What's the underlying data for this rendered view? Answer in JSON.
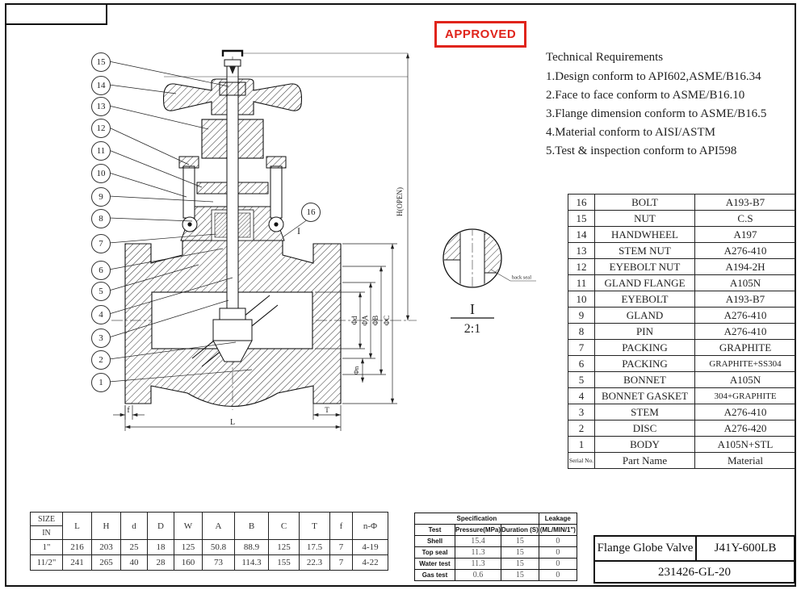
{
  "stamp": {
    "label": "APPROVED",
    "color": "#e0241b"
  },
  "technical_requirements": {
    "title": "Technical Requirements",
    "items": [
      "1.Design conform to API602,ASME/B16.34",
      "2.Face to face conform to ASME/B16.10",
      "3.Flange dimension conform to ASME/B16.5",
      "4.Material conform to AISI/ASTM",
      "5.Test & inspection conform to API598"
    ]
  },
  "parts_table": {
    "header": {
      "serial": "Serial No.",
      "part": "Part Name",
      "material": "Material"
    },
    "rows": [
      {
        "serial": "16",
        "part": "BOLT",
        "material": "A193-B7"
      },
      {
        "serial": "15",
        "part": "NUT",
        "material": "C.S"
      },
      {
        "serial": "14",
        "part": "HANDWHEEL",
        "material": "A197"
      },
      {
        "serial": "13",
        "part": "STEM NUT",
        "material": "A276-410"
      },
      {
        "serial": "12",
        "part": "EYEBOLT NUT",
        "material": "A194-2H"
      },
      {
        "serial": "11",
        "part": "GLAND FLANGE",
        "material": "A105N"
      },
      {
        "serial": "10",
        "part": "EYEBOLT",
        "material": "A193-B7"
      },
      {
        "serial": "9",
        "part": "GLAND",
        "material": "A276-410"
      },
      {
        "serial": "8",
        "part": "PIN",
        "material": "A276-410"
      },
      {
        "serial": "7",
        "part": "PACKING",
        "material": "GRAPHITE"
      },
      {
        "serial": "6",
        "part": "PACKING",
        "material": "GRAPHITE+SS304"
      },
      {
        "serial": "5",
        "part": "BONNET",
        "material": "A105N"
      },
      {
        "serial": "4",
        "part": "BONNET GASKET",
        "material": "304+GRAPHITE"
      },
      {
        "serial": "3",
        "part": "STEM",
        "material": "A276-410"
      },
      {
        "serial": "2",
        "part": "DISC",
        "material": "A276-420"
      },
      {
        "serial": "1",
        "part": "BODY",
        "material": "A105N+STL"
      }
    ]
  },
  "drawing": {
    "balloons": [
      "1",
      "2",
      "3",
      "4",
      "5",
      "6",
      "7",
      "8",
      "9",
      "10",
      "11",
      "12",
      "13",
      "14",
      "15",
      "16"
    ],
    "section_label": "I",
    "dims": {
      "h_open": "H(OPEN)",
      "phi_d": "Φd",
      "phi_a": "ΦA",
      "phi_b": "ΦB",
      "phi_c": "ΦC",
      "phi_n": "Φn",
      "f": "f",
      "l": "L",
      "t": "T"
    }
  },
  "detail_view": {
    "label": "I",
    "scale": "2:1",
    "note": "back seal"
  },
  "size_table": {
    "header_top": "SIZE",
    "header_bottom": "IN",
    "columns": [
      "L",
      "H",
      "d",
      "D",
      "W",
      "A",
      "B",
      "C",
      "T",
      "f",
      "n-Φ"
    ],
    "rows": [
      {
        "size": "1\"",
        "values": [
          "216",
          "203",
          "25",
          "18",
          "125",
          "50.8",
          "88.9",
          "125",
          "17.5",
          "7",
          "4-19"
        ]
      },
      {
        "size": "11/2\"",
        "values": [
          "241",
          "265",
          "40",
          "28",
          "160",
          "73",
          "114.3",
          "155",
          "22.3",
          "7",
          "4-22"
        ]
      }
    ]
  },
  "spec_table": {
    "spec_header": "Specification",
    "leakage_header": "Leakage",
    "col_headers": {
      "test": "Test",
      "pressure": "Pressure(MPa)",
      "duration": "Duration (S)",
      "leakage_unit": "(ML/MIN/1\")"
    },
    "rows": [
      {
        "test": "Shell",
        "pressure": "15.4",
        "duration": "15",
        "leakage": "0"
      },
      {
        "test": "Top seal",
        "pressure": "11.3",
        "duration": "15",
        "leakage": "0"
      },
      {
        "test": "Water test",
        "pressure": "11.3",
        "duration": "15",
        "leakage": "0"
      },
      {
        "test": "Gas test",
        "pressure": "0.6",
        "duration": "15",
        "leakage": "0"
      }
    ]
  },
  "title_block": {
    "product": "Flange Globe Valve",
    "model": "J41Y-600LB",
    "drawing_no": "231426-GL-20"
  }
}
